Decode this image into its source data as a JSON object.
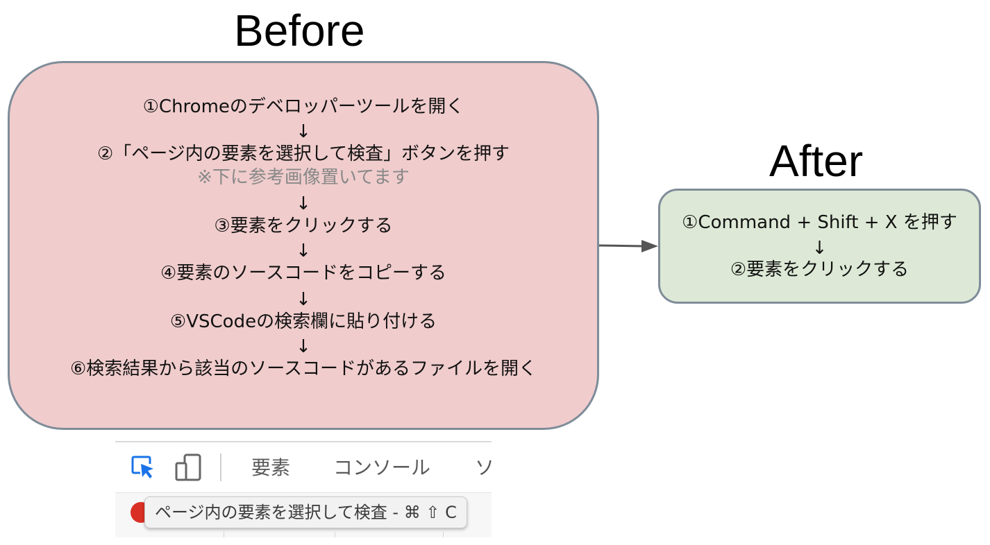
{
  "before": {
    "title": "Before",
    "steps": [
      "①Chromeのデベロッパーツールを開く",
      "②「ページ内の要素を選択して検査」ボタンを押す",
      "③要素をクリックする",
      "④要素のソースコードをコピーする",
      "⑤VSCodeの検索欄に貼り付ける",
      "⑥検索結果から該当のソースコードがあるファイルを開く"
    ],
    "note": "※下に参考画像置いてます",
    "arrow": "↓"
  },
  "after": {
    "title": "After",
    "steps": [
      "①Command + Shift + X を押す",
      "②要素をクリックする"
    ],
    "arrow": "↓"
  },
  "devtools": {
    "tabs": [
      "要素",
      "コンソール",
      "ソ"
    ],
    "tooltip": "ページ内の要素を選択して検査 - ⌘ ⇧ C",
    "icons": [
      "inspect-element-icon",
      "device-toolbar-icon",
      "record-icon"
    ],
    "accent_color": "#1a73e8",
    "record_color": "#d93025"
  },
  "colors": {
    "before_fill": "#f0cccc",
    "after_fill": "#dde9d6",
    "box_border": "#7f8c99",
    "note_text": "#888888",
    "connector": "#555555"
  }
}
